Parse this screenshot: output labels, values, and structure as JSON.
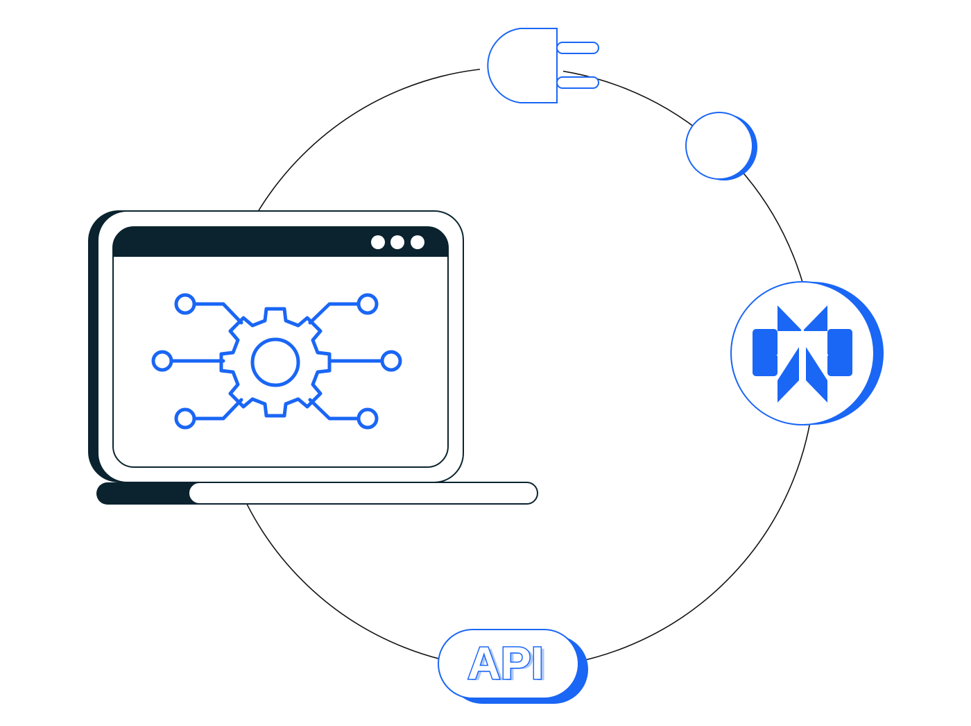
{
  "colors": {
    "accent": "#1a66f5",
    "dark": "#0a232e",
    "background": "#ffffff",
    "line": "#111111"
  },
  "icons": {
    "plug": "power-plug-icon",
    "node": "empty-circle-node",
    "logo": "chevron-logo-icon",
    "gear": "gear-network-icon",
    "window_dots": "window-menu-dots"
  },
  "api_badge": {
    "label": "API"
  }
}
